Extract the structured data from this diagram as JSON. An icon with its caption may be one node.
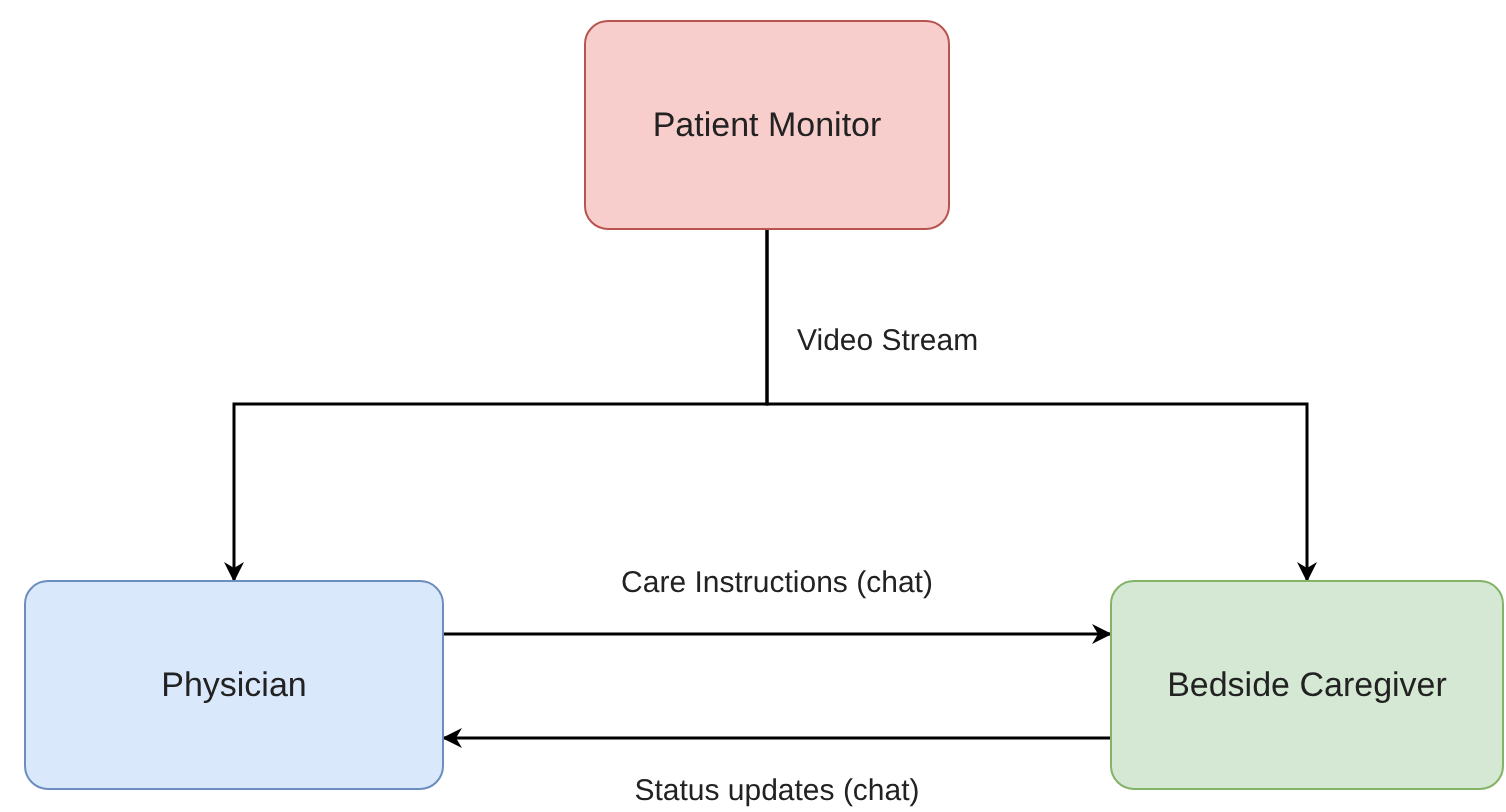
{
  "diagram": {
    "nodes": [
      {
        "text": [
          "Patient Monitor"
        ]
      },
      {
        "text": [
          "Physician"
        ]
      },
      {
        "text": [
          "Bedside Caregiver"
        ]
      }
    ],
    "edges": [
      {
        "from": 0,
        "to": 1,
        "arrow": "to",
        "label": "Video Stream"
      },
      {
        "from": 0,
        "to": 2,
        "arrow": "to"
      },
      {
        "from": 1,
        "to": 2,
        "arrow": "to",
        "label": "Care Instructions (chat)"
      },
      {
        "from": 2,
        "to": 1,
        "arrow": "to",
        "label": "Status updates (chat)"
      }
    ]
  }
}
